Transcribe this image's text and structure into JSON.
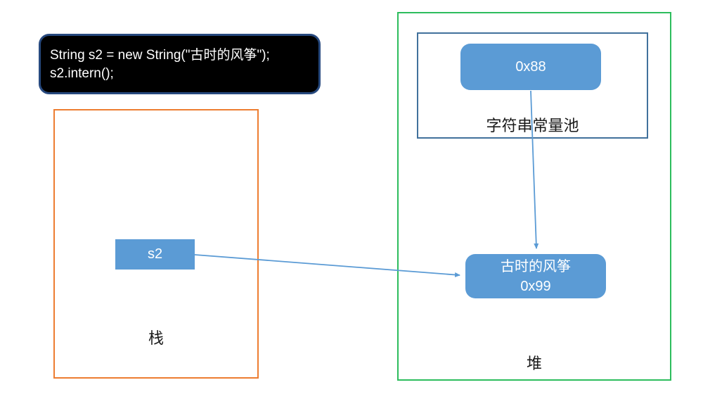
{
  "diagram": {
    "code_block": {
      "line1": "String s2 = new String(\"古时的风筝\");",
      "line2": "s2.intern();"
    },
    "stack": {
      "label": "栈",
      "s2_box_label": "s2"
    },
    "heap": {
      "label": "堆",
      "constant_pool": {
        "label": "字符串常量池",
        "ref_box_label": "0x88"
      },
      "string_object": {
        "value": "古时的风筝",
        "address": "0x99"
      }
    },
    "colors": {
      "box_fill": "#5b9bd5",
      "stack_border": "#ed7d31",
      "heap_border": "#2dbd5d",
      "pool_border": "#41719c",
      "arrow": "#5b9bd5",
      "code_background": "#000000",
      "code_border": "#27497e",
      "code_text": "#ffffff"
    }
  }
}
